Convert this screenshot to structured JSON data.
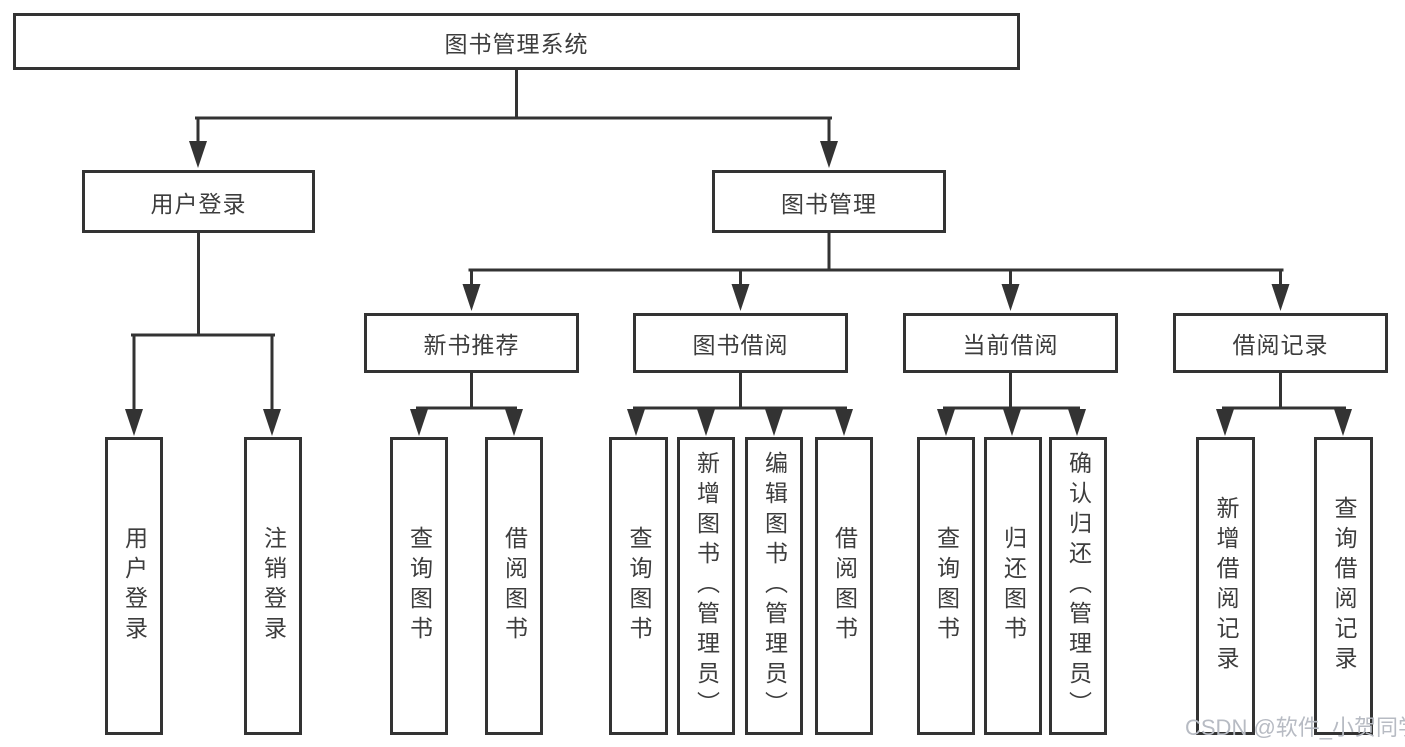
{
  "diagram": {
    "title": "图书管理系统",
    "branches": [
      {
        "label": "用户登录",
        "leaves": [
          "用户登录",
          "注销登录"
        ]
      },
      {
        "label": "图书管理",
        "children": [
          {
            "label": "新书推荐",
            "leaves": [
              "查询图书",
              "借阅图书"
            ]
          },
          {
            "label": "图书借阅",
            "leaves": [
              "查询图书",
              "新增图书（管理员）",
              "编辑图书（管理员）",
              "借阅图书"
            ]
          },
          {
            "label": "当前借阅",
            "leaves": [
              "查询图书",
              "归还图书",
              "确认归还（管理员）"
            ]
          },
          {
            "label": "借阅记录",
            "leaves": [
              "新增借阅记录",
              "查询借阅记录"
            ]
          }
        ]
      }
    ]
  },
  "watermark": {
    "text": "CSDN @软件_小贺同学"
  },
  "colors": {
    "line": "#333333",
    "box_border": "#333333",
    "text": "#3d3d3d",
    "watermark": "#b7bbc3",
    "background": "#ffffff"
  }
}
